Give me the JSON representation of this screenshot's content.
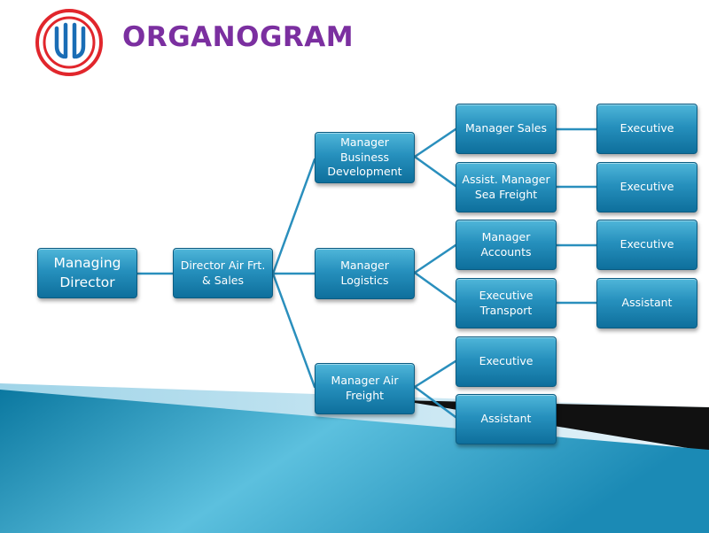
{
  "header": {
    "title": "ORGANOGRAM"
  },
  "colors": {
    "title": "#7b2fa0",
    "box_fill": "#1f86b4",
    "connector": "#2a8fbd",
    "logo_red": "#e1262c",
    "logo_blue": "#1a6db5"
  },
  "nodes": {
    "md": "Managing\nDirector",
    "director": "Director Air Frt.\n& Sales",
    "mgr_bd": "Manager Business\nDevelopment",
    "mgr_logistics": "Manager Logistics",
    "mgr_air": "Manager Air\nFreight",
    "mgr_sales": "Manager Sales",
    "asst_mgr_sea": "Assist. Manager\nSea Freight",
    "mgr_accounts": "Manager\nAccounts",
    "exec_transport": "Executive\nTransport",
    "air_exec": "Executive",
    "air_assistant": "Assistant",
    "sales_exec": "Executive",
    "sea_exec": "Executive",
    "accounts_exec": "Executive",
    "transport_assistant": "Assistant"
  }
}
